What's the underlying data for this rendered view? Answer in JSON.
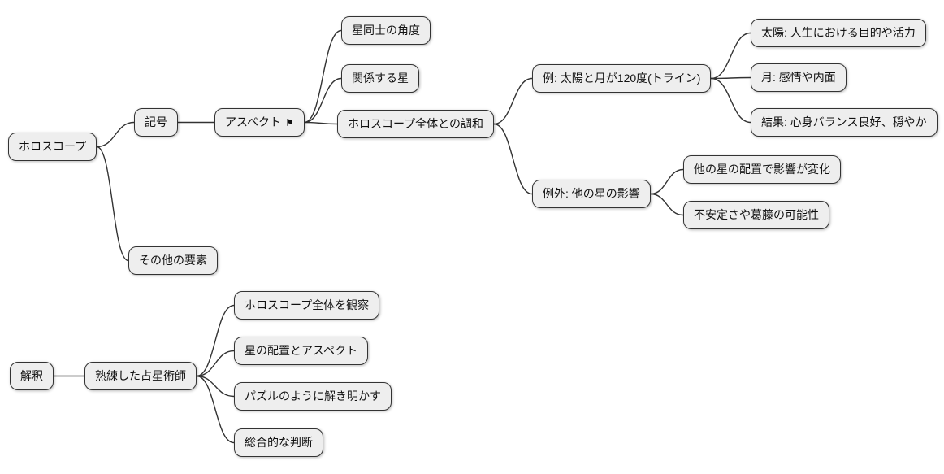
{
  "colors": {
    "node_fill": "#eeeeee",
    "node_border": "#333333",
    "edge": "#333333",
    "background": "#ffffff"
  },
  "icons": {
    "flag": "⚑"
  },
  "mindmap": {
    "nodes": [
      {
        "id": "horoscope",
        "label": "ホロスコープ",
        "parent": null
      },
      {
        "id": "symbol",
        "label": "記号",
        "parent": "horoscope"
      },
      {
        "id": "aspect",
        "label": "アスペクト",
        "icon": "flag",
        "parent": "symbol"
      },
      {
        "id": "angle",
        "label": "星同士の角度",
        "parent": "aspect"
      },
      {
        "id": "related",
        "label": "関係する星",
        "parent": "aspect"
      },
      {
        "id": "harmony",
        "label": "ホロスコープ全体との調和",
        "parent": "aspect"
      },
      {
        "id": "example",
        "label": "例: 太陽と月が120度(トライン)",
        "parent": "harmony"
      },
      {
        "id": "sun",
        "label": "太陽: 人生における目的や活力",
        "parent": "example"
      },
      {
        "id": "moon",
        "label": "月: 感情や内面",
        "parent": "example"
      },
      {
        "id": "result",
        "label": "結果: 心身バランス良好、穏やか",
        "parent": "example"
      },
      {
        "id": "exception",
        "label": "例外: 他の星の影響",
        "parent": "harmony"
      },
      {
        "id": "change",
        "label": "他の星の配置で影響が変化",
        "parent": "exception"
      },
      {
        "id": "instability",
        "label": "不安定さや葛藤の可能性",
        "parent": "exception"
      },
      {
        "id": "other",
        "label": "その他の要素",
        "parent": "horoscope"
      },
      {
        "id": "interpretation",
        "label": "解釈",
        "parent": null
      },
      {
        "id": "astrologer",
        "label": "熟練した占星術師",
        "parent": "interpretation"
      },
      {
        "id": "observe",
        "label": "ホロスコープ全体を観察",
        "parent": "astrologer"
      },
      {
        "id": "placement",
        "label": "星の配置とアスペクト",
        "parent": "astrologer"
      },
      {
        "id": "puzzle",
        "label": "パズルのように解き明かす",
        "parent": "astrologer"
      },
      {
        "id": "judgement",
        "label": "総合的な判断",
        "parent": "astrologer"
      }
    ]
  }
}
